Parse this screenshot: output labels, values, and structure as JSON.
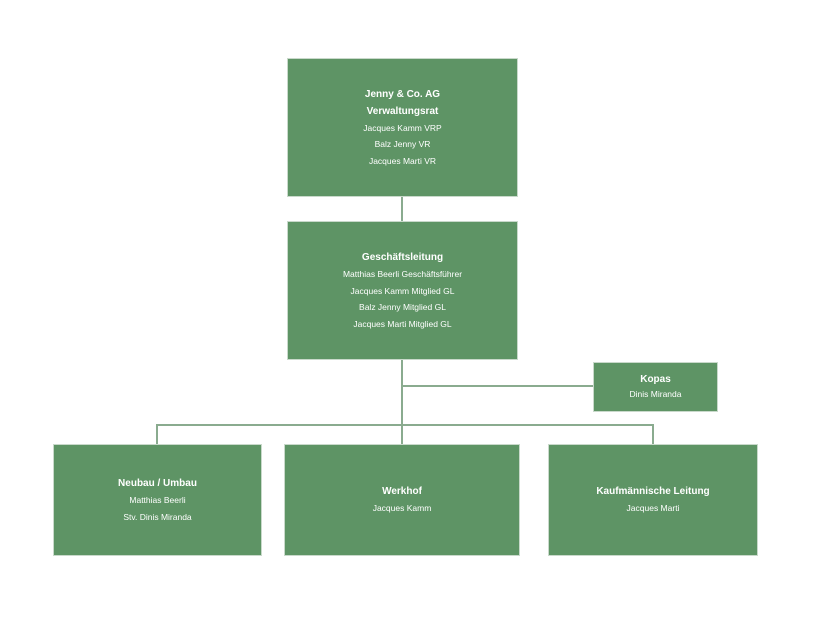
{
  "org": {
    "board": {
      "title_1": "Jenny & Co. AG",
      "title_2": "Verwaltungsrat",
      "members": [
        "Jacques Kamm VRP",
        "Balz Jenny VR",
        "Jacques Marti VR"
      ]
    },
    "management": {
      "title": "Geschäftsleitung",
      "members": [
        "Matthias Beerli Geschäftsführer",
        "Jacques Kamm Mitglied GL",
        "Balz Jenny Mitglied GL",
        "Jacques Marti Mitglied GL"
      ]
    },
    "staff": {
      "title": "Kopas",
      "member": "Dinis Miranda"
    },
    "departments": [
      {
        "title": "Neubau / Umbau",
        "members": [
          "Matthias Beerli",
          "Stv. Dinis Miranda"
        ]
      },
      {
        "title": "Werkhof",
        "members": [
          "Jacques Kamm"
        ]
      },
      {
        "title": "Kaufmännische Leitung",
        "members": [
          "Jacques Marti"
        ]
      }
    ]
  },
  "colors": {
    "box_fill": "#5e9465",
    "box_text": "#ffffff",
    "connector": "#8aab8f"
  }
}
